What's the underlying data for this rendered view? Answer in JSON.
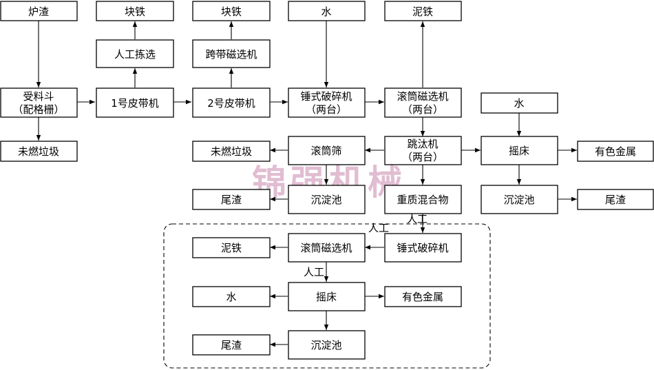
{
  "nodes": {
    "slag": "炉渣",
    "hopper_l1": "受料斗",
    "hopper_l2": "（配格栅）",
    "unburnt_1": "未燃垃圾",
    "lump_iron_1": "块铁",
    "manual_pick": "人工拣选",
    "belt_1": "1号皮带机",
    "lump_iron_2": "块铁",
    "cross_belt_mag": "跨带磁选机",
    "belt_2": "2号皮带机",
    "water_1": "水",
    "hammer_l1": "锤式破碎机",
    "hammer_l2": "（两台）",
    "mud_iron_1": "泥铁",
    "drum_mag_l1": "滚筒磁选机",
    "drum_mag_l2": "（两台）",
    "water_2": "水",
    "jig_l1": "跳汰机",
    "jig_l2": "（两台）",
    "drum_screen": "滚筒筛",
    "unburnt_2": "未燃垃圾",
    "shaking_table_1": "摇床",
    "nonferrous_1": "有色金属",
    "sediment_1": "沉淀池",
    "tailings_1": "尾渣",
    "sediment_2": "沉淀池",
    "tailings_2": "尾渣",
    "heavy_mix": "重质混合物",
    "hammer_2": "锤式破碎机",
    "drum_mag_2": "滚筒磁选机",
    "mud_iron_2": "泥铁",
    "shaking_table_2": "摇床",
    "water_3": "水",
    "nonferrous_2": "有色金属",
    "sediment_3": "沉淀池",
    "tailings_3": "尾渣"
  },
  "edge_labels": {
    "manual_a": "人工",
    "manual_b": "人工",
    "manual_c": "人工"
  },
  "watermark": "锦强机械"
}
